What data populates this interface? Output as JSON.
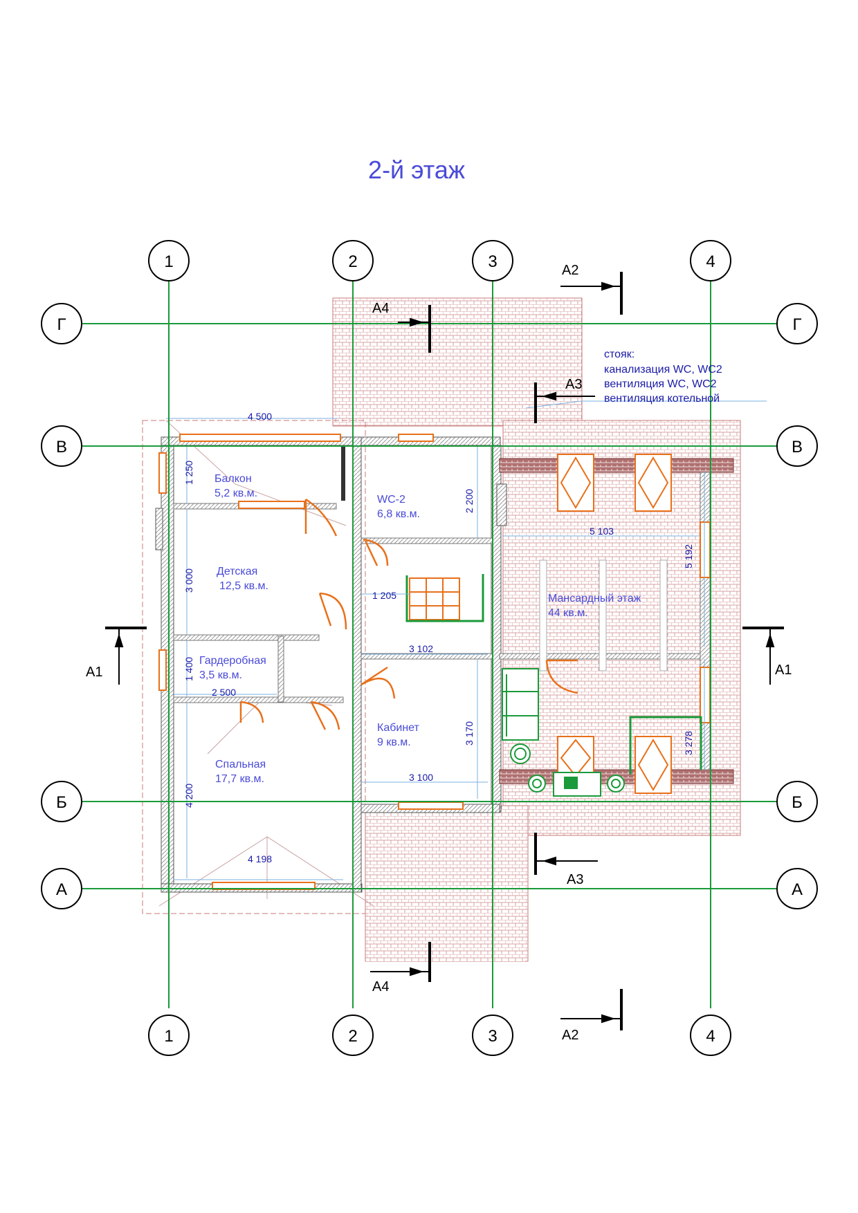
{
  "title": "2-й этаж",
  "grid": {
    "vertical": [
      "1",
      "2",
      "3",
      "4"
    ],
    "horizontal": [
      "Г",
      "В",
      "Б",
      "А"
    ]
  },
  "sections": {
    "a1": "A1",
    "a2": "A2",
    "a3": "A3",
    "a4": "A4"
  },
  "riser_note": {
    "line1": "стояк:",
    "line2": "канализация WC, WC2",
    "line3": "вентиляция WC, WC2",
    "line4": "вентиляция котельной"
  },
  "rooms": {
    "balcony": {
      "name": "Балкон",
      "area": "5,2 кв.м."
    },
    "wc2": {
      "name": "WC-2",
      "area": "6,8 кв.м."
    },
    "kids": {
      "name": "Детская",
      "area": "12,5 кв.м."
    },
    "wardrobe": {
      "name": "Гардеробная",
      "area": "3,5 кв.м."
    },
    "office": {
      "name": "Кабинет",
      "area": "9 кв.м."
    },
    "bedroom": {
      "name": "Спальная",
      "area": "17,7 кв.м."
    },
    "attic": {
      "name": "Мансардный этаж",
      "area": "44 кв.м."
    }
  },
  "dimensions": {
    "d4500": "4 500",
    "d1250": "1 250",
    "d3000": "3 000",
    "d1400": "1 400",
    "d2500": "2 500",
    "d4200": "4 200",
    "d4198": "4 198",
    "d2200": "2 200",
    "d1205": "1 205",
    "d3102": "3 102",
    "d3170": "3 170",
    "d3100": "3 100",
    "d5103": "5 103",
    "d5192": "5 192",
    "d3278": "3 278"
  },
  "colors": {
    "grid": "#1a9a3a",
    "door": "#e8701a",
    "wall": "#888888",
    "roof": "#c97a7a",
    "text": "#4a4ad8",
    "dim": "#1a1aa8"
  }
}
